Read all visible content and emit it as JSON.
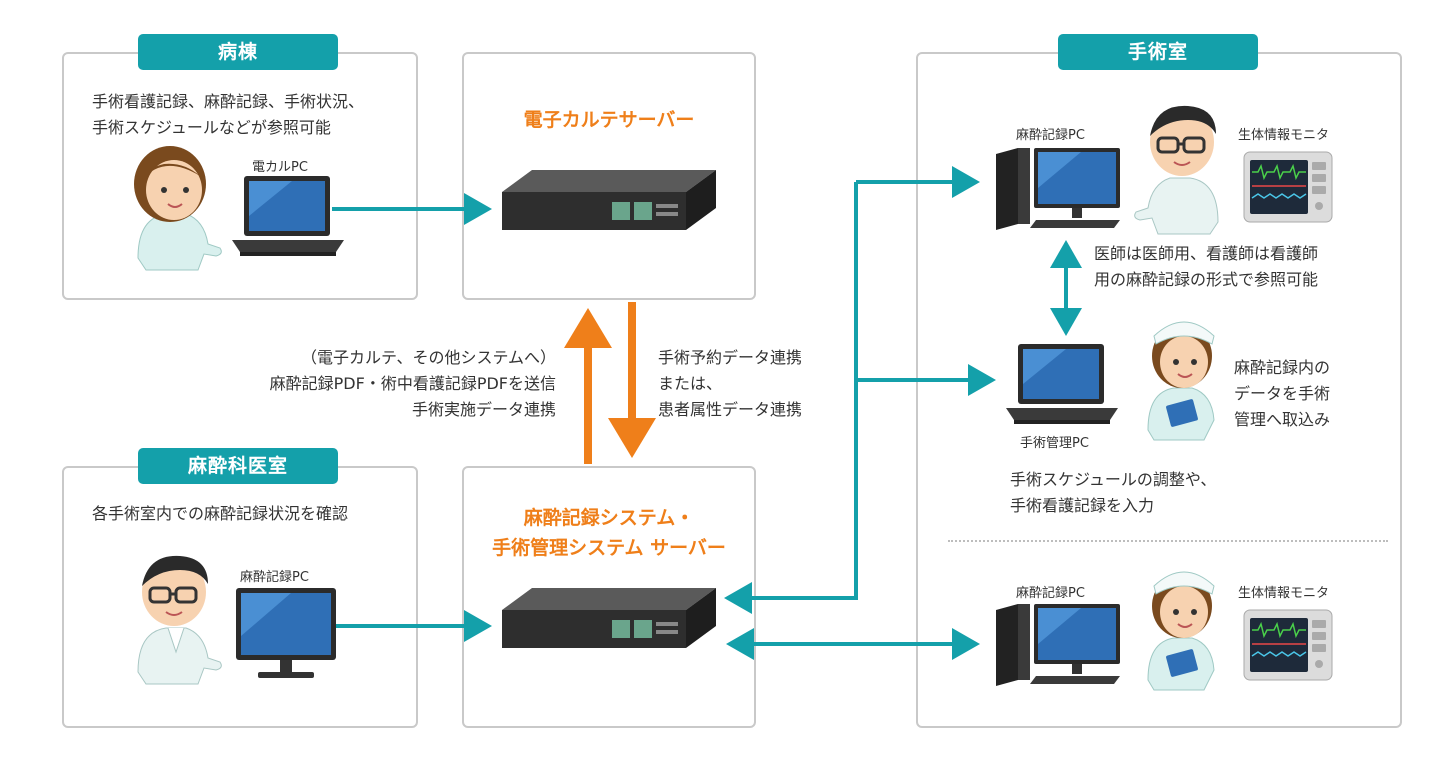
{
  "ward": {
    "tag": "病棟",
    "desc_line1": "手術看護記録、麻酔記録、手術状況、",
    "desc_line2": "手術スケジュールなどが参照可能",
    "pc_label": "電カルPC"
  },
  "ehr_server": {
    "title": "電子カルテサーバー"
  },
  "mid_left": {
    "line1": "（電子カルテ、その他システムへ）",
    "line2": "麻酔記録PDF・術中看護記録PDFを送信",
    "line3": "手術実施データ連携"
  },
  "mid_right": {
    "line1": "手術予約データ連携",
    "line2": "または、",
    "line3": "患者属性データ連携"
  },
  "anesthesia_office": {
    "tag": "麻酔科医室",
    "desc": "各手術室内での麻酔記録状況を確認",
    "pc_label": "麻酔記録PC"
  },
  "anesthesia_server": {
    "title_line1": "麻酔記録システム・",
    "title_line2": "手術管理システム サーバー"
  },
  "or": {
    "tag": "手術室",
    "pc1_label": "麻酔記録PC",
    "monitor1_label": "生体情報モニタ",
    "note1_line1": "医師は医師用、看護師は看護師",
    "note1_line2": "用の麻酔記録の形式で参照可能",
    "mgmt_pc_label": "手術管理PC",
    "note2_line1": "麻酔記録内の",
    "note2_line2": "データを手術",
    "note2_line3": "管理へ取込み",
    "note3_line1": "手術スケジュールの調整や、",
    "note3_line2": "手術看護記録を入力",
    "pc2_label": "麻酔記録PC",
    "monitor2_label": "生体情報モニタ"
  },
  "colors": {
    "teal": "#14a0aa",
    "orange": "#ef7f1a",
    "border": "#c9c9c9"
  }
}
